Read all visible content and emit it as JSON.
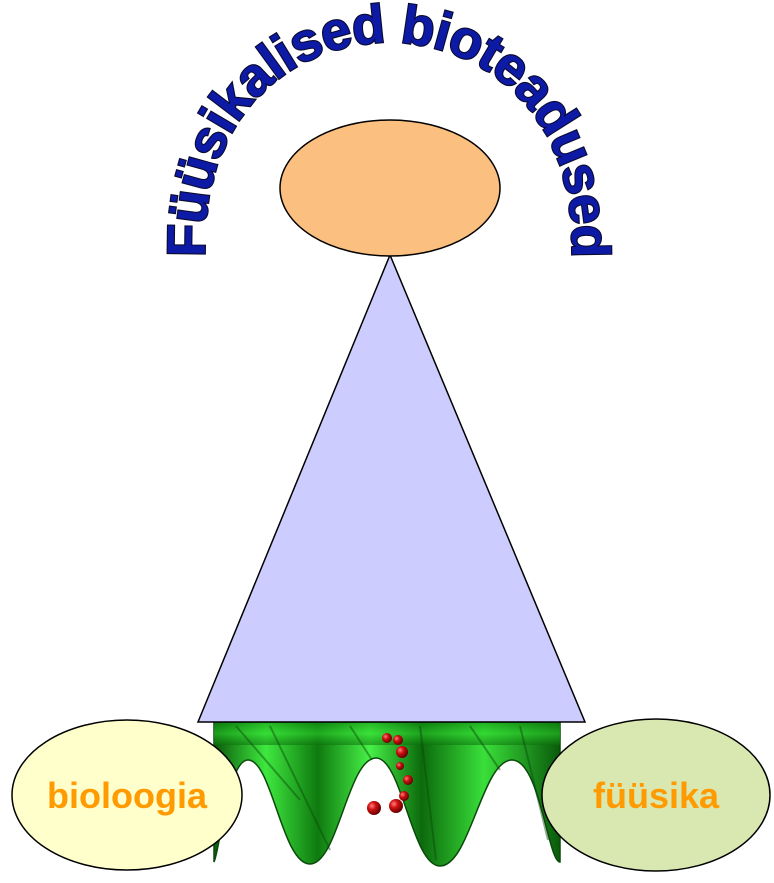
{
  "title": "Füüsikalised bioteadused",
  "nodes": {
    "left_label": "bioloogia",
    "right_label": "füüsika"
  },
  "colors": {
    "title": "#0d1aa6",
    "top_oval": "#fbbf80",
    "triangle": "#ccccff",
    "left_oval": "#ffffcc",
    "right_oval": "#d8e8b0",
    "label": "#ff9a00",
    "landscape": "#22cc22",
    "molecules": "#cc1111"
  },
  "icons": {
    "landscape": "energy-landscape-image"
  }
}
